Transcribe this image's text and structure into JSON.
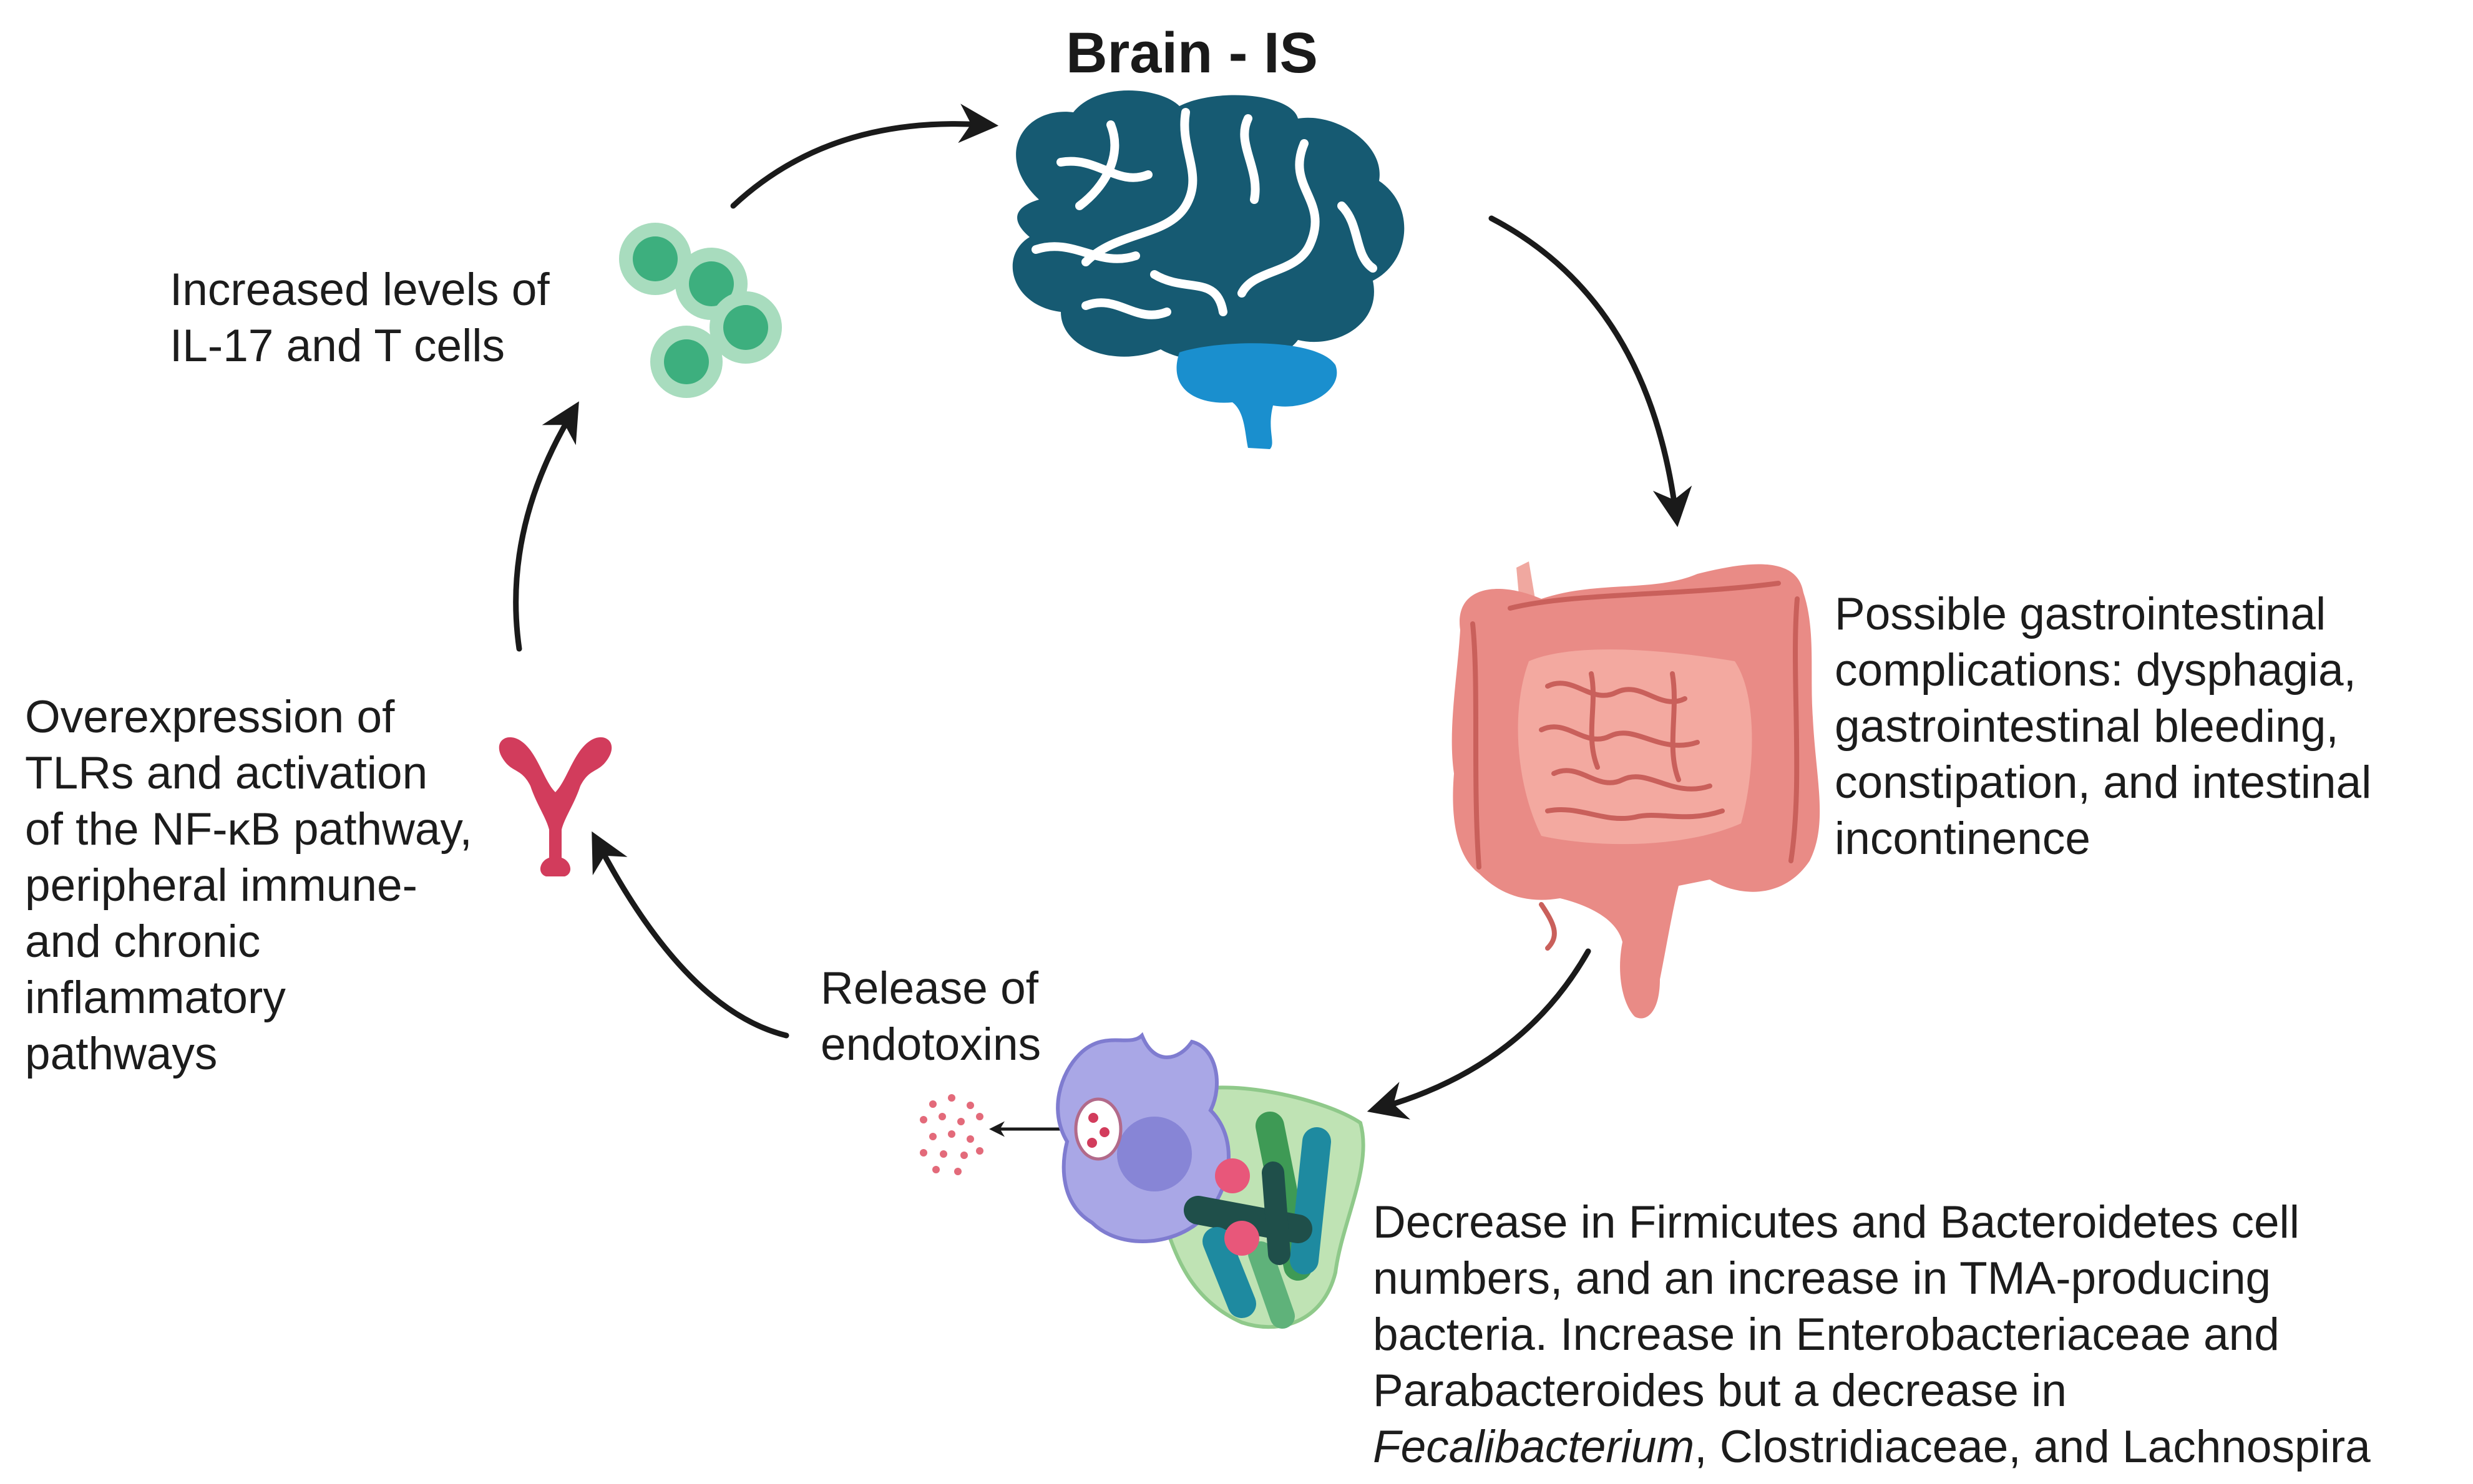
{
  "title": "Brain - IS",
  "labels": {
    "immune": [
      "Increased levels of",
      "IL-17 and T cells"
    ],
    "gi": [
      "Possible gastrointestinal",
      "complications:  dysphagia,",
      "gastrointestinal bleeding,",
      "constipation, and intestinal",
      "incontinence"
    ],
    "endotoxins": [
      "Release of",
      "endotoxins"
    ],
    "tlr": [
      "Overexpression of",
      "TLRs and activation",
      "of the NF-κB pathway,",
      "peripheral immune-",
      "and chronic",
      "inflammatory",
      "pathways"
    ],
    "microbiota": {
      "lines": [
        "Decrease in Firmicutes and Bacteroidetes cell",
        "numbers, and an increase in TMA-producing",
        "bacteria. Increase in Enterobacteriaceae and",
        "Parabacteroides but a decrease in"
      ],
      "last_italic": "Fecalibacterium",
      "last_rest": ", Clostridiaceae, and Lachnospira"
    }
  },
  "icons": {
    "brain": "brain-icon",
    "immune_cells": "t-cells-icon",
    "intestines": "intestines-icon",
    "microbiota": "bacteria-macrophage-icon",
    "endotoxins": "endotoxin-particles-icon",
    "tlr": "tlr-receptor-icon"
  },
  "colors": {
    "brain": "#165a72",
    "cerebellum": "#1a8fce",
    "t_cells": "#3daf7e",
    "t_cells_light": "#a8dcbe",
    "intestine": "#e98b86",
    "intestine_dark": "#c9605b",
    "receptor": "#d23c5c",
    "macrophage": "#9d9be0",
    "bacteria_green": "#3e9a55",
    "bacteria_teal": "#1e8aa0",
    "bacteria_dark": "#1f4f4a",
    "arrow": "#1a1a1a"
  }
}
